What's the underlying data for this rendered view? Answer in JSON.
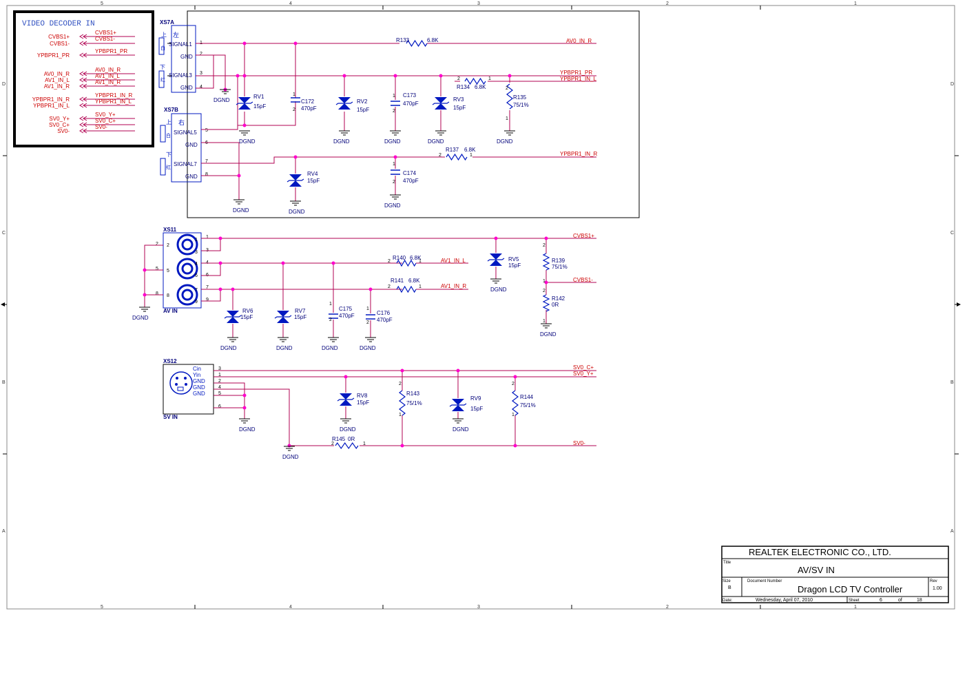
{
  "frame": {
    "col_top": [
      "5",
      "4",
      "3",
      "2",
      "1"
    ],
    "col_bottom": [
      "5",
      "4",
      "3",
      "2",
      "1"
    ],
    "rows": [
      "D",
      "C",
      "B",
      "A"
    ]
  },
  "decoder_box": {
    "title": "VIDEO DECODER IN",
    "left_labels": [
      "CVBS1+",
      "CVBS1-",
      "YPBPR1_PR",
      "AV0_IN_R",
      "AV1_IN_L",
      "AV1_IN_R",
      "YPBPR1_IN_R",
      "YPBPR1_IN_L",
      "SV0_Y+",
      "SV0_C+",
      "SV0-"
    ],
    "right_labels": [
      "CVBS1+",
      "CVBS1-",
      "YPBPR1_PR",
      "AV0_IN_R",
      "AV1_IN_L",
      "AV1_IN_R",
      "YPBPR1_IN_R",
      "YPBPR1_IN_L",
      "SV0_Y+",
      "SV0_C+",
      "SV0-"
    ]
  },
  "xs7a": {
    "ref": "XS7A",
    "cn": [
      "上",
      "左",
      "白",
      "下",
      "红"
    ],
    "pins": [
      "SIGNAL1",
      "GND",
      "SIGNAL3",
      "GND"
    ],
    "nums": [
      "1",
      "2",
      "3",
      "4"
    ]
  },
  "xs7b": {
    "ref": "XS7B",
    "cn": [
      "上",
      "右",
      "白",
      "下",
      "红"
    ],
    "pins": [
      "SIGNAL5",
      "GND",
      "SIGNAL7",
      "GND"
    ],
    "nums": [
      "5",
      "6",
      "7",
      "8"
    ]
  },
  "xs11": {
    "ref": "XS11",
    "label": "AV IN",
    "nums": [
      "1",
      "3",
      "4",
      "6",
      "7",
      "9",
      "2",
      "5",
      "8"
    ],
    "inner": [
      "1",
      "2",
      "4",
      "5",
      "7",
      "8",
      "3",
      "6",
      "9"
    ]
  },
  "xs12": {
    "ref": "XS12",
    "label": "SV IN",
    "pins": [
      "Cin",
      "Yin",
      "GND",
      "GND",
      "GND"
    ],
    "nums": [
      "3",
      "1",
      "2",
      "4",
      "5",
      "6"
    ]
  },
  "nets": {
    "av0_in_r": "AV0_IN_R",
    "ypbpr1_pr": "YPBPR1_PR",
    "ypbpr1_in_l": "YPBPR1_IN_L",
    "ypbpr1_in_r": "YPBPR1_IN_R",
    "cvbs1p": "CVBS1+",
    "cvbs1m": "CVBS1-",
    "av1_in_l": "AV1_IN_L",
    "av1_in_r": "AV1_IN_R",
    "sv0_c": "SV0_C+",
    "sv0_y": "SV0_Y+",
    "sv0m": "SV0-"
  },
  "components": {
    "r133": {
      "ref": "R133",
      "val": "6.8K"
    },
    "r134": {
      "ref": "R134",
      "val": "6.8K"
    },
    "r135": {
      "ref": "R135",
      "val": "75/1%"
    },
    "r137": {
      "ref": "R137",
      "val": "6.8K"
    },
    "r139": {
      "ref": "R139",
      "val": "75/1%"
    },
    "r140": {
      "ref": "R140",
      "val": "6.8K"
    },
    "r141": {
      "ref": "R141",
      "val": "6.8K"
    },
    "r142": {
      "ref": "R142",
      "val": "0R"
    },
    "r143": {
      "ref": "R143",
      "val": "75/1%"
    },
    "r144": {
      "ref": "R144",
      "val": "75/1%"
    },
    "r145": {
      "ref": "R145",
      "val": "0R"
    },
    "c172": {
      "ref": "C172",
      "val": "470pF"
    },
    "c173": {
      "ref": "C173",
      "val": "470pF"
    },
    "c174": {
      "ref": "C174",
      "val": "470pF"
    },
    "c175": {
      "ref": "C175",
      "val": "470pF"
    },
    "c176": {
      "ref": "C176",
      "val": "470pF"
    },
    "rv1": {
      "ref": "RV1",
      "val": "15pF"
    },
    "rv2": {
      "ref": "RV2",
      "val": "15pF"
    },
    "rv3": {
      "ref": "RV3",
      "val": "15pF"
    },
    "rv4": {
      "ref": "RV4",
      "val": "15pF"
    },
    "rv5": {
      "ref": "RV5",
      "val": "15pF"
    },
    "rv6": {
      "ref": "RV6",
      "val": "15pF"
    },
    "rv7": {
      "ref": "RV7",
      "val": "15pF"
    },
    "rv8": {
      "ref": "RV8",
      "val": "15pF"
    },
    "rv9": {
      "ref": "RV9",
      "val": "15pF"
    }
  },
  "pin_marks": {
    "one": "1",
    "two": "2"
  },
  "ground_label": "DGND",
  "title_block": {
    "company": "REALTEK ELECTRONIC CO., LTD.",
    "title_label": "Title",
    "title": "AV/SV IN",
    "size_label": "Size",
    "size": "B",
    "docnum_label": "Document Number",
    "docnum": "Dragon LCD TV Controller",
    "rev_label": "Rev",
    "rev": "1.00",
    "date_label": "Date:",
    "date": "Wednesday, April 07, 2010",
    "sheet_label": "Sheet",
    "sheet": "6",
    "of_label": "of",
    "total": "18"
  },
  "colors": {
    "wire": "#b00050",
    "junction": "#ff00cc",
    "component": "#0018c0",
    "net_label": "#cc0000",
    "ref_label": "#00007a"
  }
}
